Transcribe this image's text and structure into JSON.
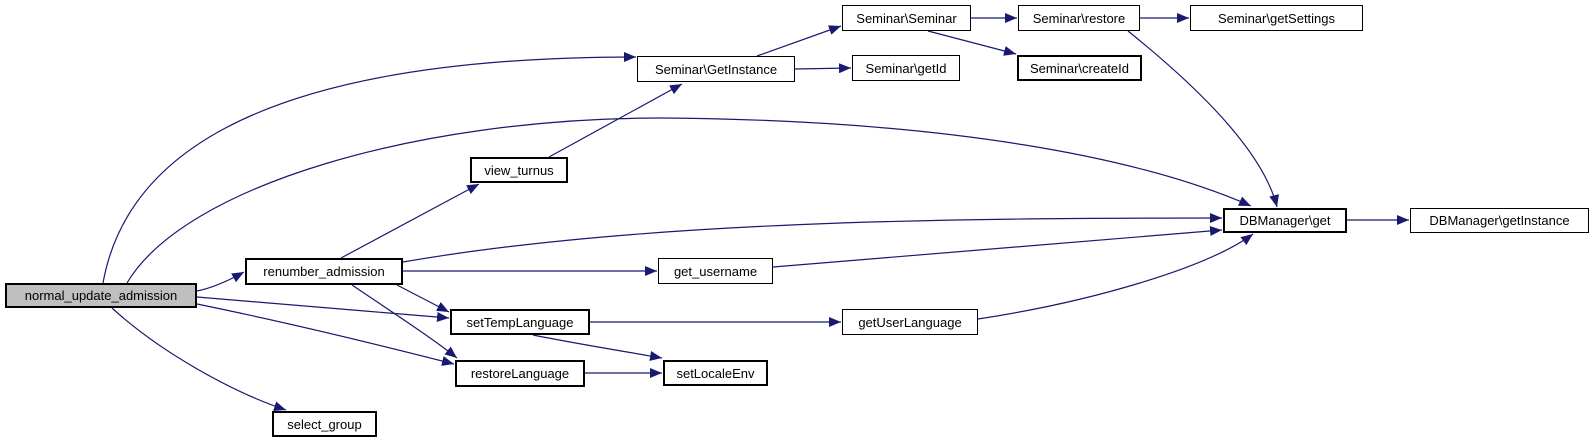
{
  "diagram": {
    "kind": "call-graph",
    "colors": {
      "edge": "#191970",
      "node_background": "#ffffff",
      "node_border": "#000000",
      "highlight_background": "#bfbfbf",
      "text": "#000000",
      "page_background": "#ffffff"
    },
    "nodes": [
      {
        "id": "normal_update_admission",
        "label": "normal_update_admission",
        "highlighted": true,
        "bold": true
      },
      {
        "id": "renumber_admission",
        "label": "renumber_admission",
        "highlighted": false,
        "bold": true
      },
      {
        "id": "select_group",
        "label": "select_group",
        "highlighted": false,
        "bold": true
      },
      {
        "id": "view_turnus",
        "label": "view_turnus",
        "highlighted": false,
        "bold": true
      },
      {
        "id": "setTempLanguage",
        "label": "setTempLanguage",
        "highlighted": false,
        "bold": true
      },
      {
        "id": "restoreLanguage",
        "label": "restoreLanguage",
        "highlighted": false,
        "bold": true
      },
      {
        "id": "setLocaleEnv",
        "label": "setLocaleEnv",
        "highlighted": false,
        "bold": true
      },
      {
        "id": "get_username",
        "label": "get_username",
        "highlighted": false,
        "bold": false
      },
      {
        "id": "getUserLanguage",
        "label": "getUserLanguage",
        "highlighted": false,
        "bold": false
      },
      {
        "id": "seminar_getinstance",
        "label": "Seminar\\GetInstance",
        "highlighted": false,
        "bold": false
      },
      {
        "id": "seminar_seminar",
        "label": "Seminar\\Seminar",
        "highlighted": false,
        "bold": false
      },
      {
        "id": "seminar_getid",
        "label": "Seminar\\getId",
        "highlighted": false,
        "bold": false
      },
      {
        "id": "seminar_restore",
        "label": "Seminar\\restore",
        "highlighted": false,
        "bold": false
      },
      {
        "id": "seminar_createid",
        "label": "Seminar\\createId",
        "highlighted": false,
        "bold": true
      },
      {
        "id": "seminar_getsettings",
        "label": "Seminar\\getSettings",
        "highlighted": false,
        "bold": false
      },
      {
        "id": "dbmanager_get",
        "label": "DBManager\\get",
        "highlighted": false,
        "bold": true
      },
      {
        "id": "dbmanager_getinstance",
        "label": "DBManager\\getInstance",
        "highlighted": false,
        "bold": false
      }
    ],
    "edges": [
      {
        "from": "normal_update_admission",
        "to": "renumber_admission"
      },
      {
        "from": "normal_update_admission",
        "to": "seminar_getinstance"
      },
      {
        "from": "normal_update_admission",
        "to": "dbmanager_get"
      },
      {
        "from": "normal_update_admission",
        "to": "setTempLanguage"
      },
      {
        "from": "normal_update_admission",
        "to": "restoreLanguage"
      },
      {
        "from": "normal_update_admission",
        "to": "select_group"
      },
      {
        "from": "renumber_admission",
        "to": "view_turnus"
      },
      {
        "from": "renumber_admission",
        "to": "dbmanager_get"
      },
      {
        "from": "renumber_admission",
        "to": "get_username"
      },
      {
        "from": "renumber_admission",
        "to": "setTempLanguage"
      },
      {
        "from": "renumber_admission",
        "to": "restoreLanguage"
      },
      {
        "from": "view_turnus",
        "to": "seminar_getinstance"
      },
      {
        "from": "seminar_getinstance",
        "to": "seminar_seminar"
      },
      {
        "from": "seminar_getinstance",
        "to": "seminar_getid"
      },
      {
        "from": "seminar_seminar",
        "to": "seminar_restore"
      },
      {
        "from": "seminar_seminar",
        "to": "seminar_createid"
      },
      {
        "from": "seminar_restore",
        "to": "seminar_getsettings"
      },
      {
        "from": "seminar_restore",
        "to": "dbmanager_get"
      },
      {
        "from": "get_username",
        "to": "dbmanager_get"
      },
      {
        "from": "setTempLanguage",
        "to": "getUserLanguage"
      },
      {
        "from": "setTempLanguage",
        "to": "setLocaleEnv"
      },
      {
        "from": "getUserLanguage",
        "to": "dbmanager_get"
      },
      {
        "from": "restoreLanguage",
        "to": "setLocaleEnv"
      },
      {
        "from": "dbmanager_get",
        "to": "dbmanager_getinstance"
      }
    ]
  }
}
